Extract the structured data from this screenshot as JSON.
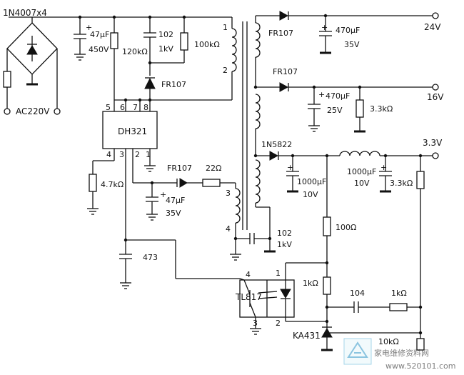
{
  "labels": {
    "bridge": "1N4007x4",
    "ac_in": "AC220V",
    "c_in_value": "47μF",
    "c_in_voltage": "450V",
    "r_start": "120kΩ",
    "c_snub_value": "102",
    "c_snub_voltage": "1kV",
    "r_snub": "100kΩ",
    "d_snub": "FR107",
    "ic": "DH321",
    "pin5": "5",
    "pin6": "6",
    "pin7": "7",
    "pin8": "8",
    "pin4": "4",
    "pin3": "3",
    "pin2": "2",
    "pin1": "1",
    "r_pin4": "4.7kΩ",
    "d_aux": "FR107",
    "r_aux": "22Ω",
    "c_aux_value": "47μF",
    "c_aux_voltage": "35V",
    "c_473": "473",
    "prim_1": "1",
    "prim_2": "2",
    "aux_3": "3",
    "aux_4": "4",
    "c_y_value": "102",
    "c_y_voltage": "1kV",
    "d_24": "FR107",
    "c_24_value": "470μF",
    "c_24_voltage": "35V",
    "out_24": "24V",
    "d_16": "FR107",
    "c_16_value": "470μF",
    "c_16_voltage": "25V",
    "r_16": "3.3kΩ",
    "out_16": "16V",
    "d_33": "1N5822",
    "out_33": "3.3V",
    "c_33a_value": "1000μF",
    "c_33a_voltage": "10V",
    "c_33b_value": "1000μF",
    "c_33b_voltage": "10V",
    "r_33": "3.3kΩ",
    "r_100": "100Ω",
    "oc": "TL817",
    "oc_pin4": "4",
    "oc_pin1": "1",
    "oc_pin3": "3",
    "oc_pin2": "2",
    "r_1k_a": "1kΩ",
    "c_104": "104",
    "r_1k_b": "1kΩ",
    "shunt": "KA431",
    "r_10k": "10kΩ"
  },
  "watermark": {
    "title": "家电维修资料网",
    "url": "www.520101.com"
  }
}
